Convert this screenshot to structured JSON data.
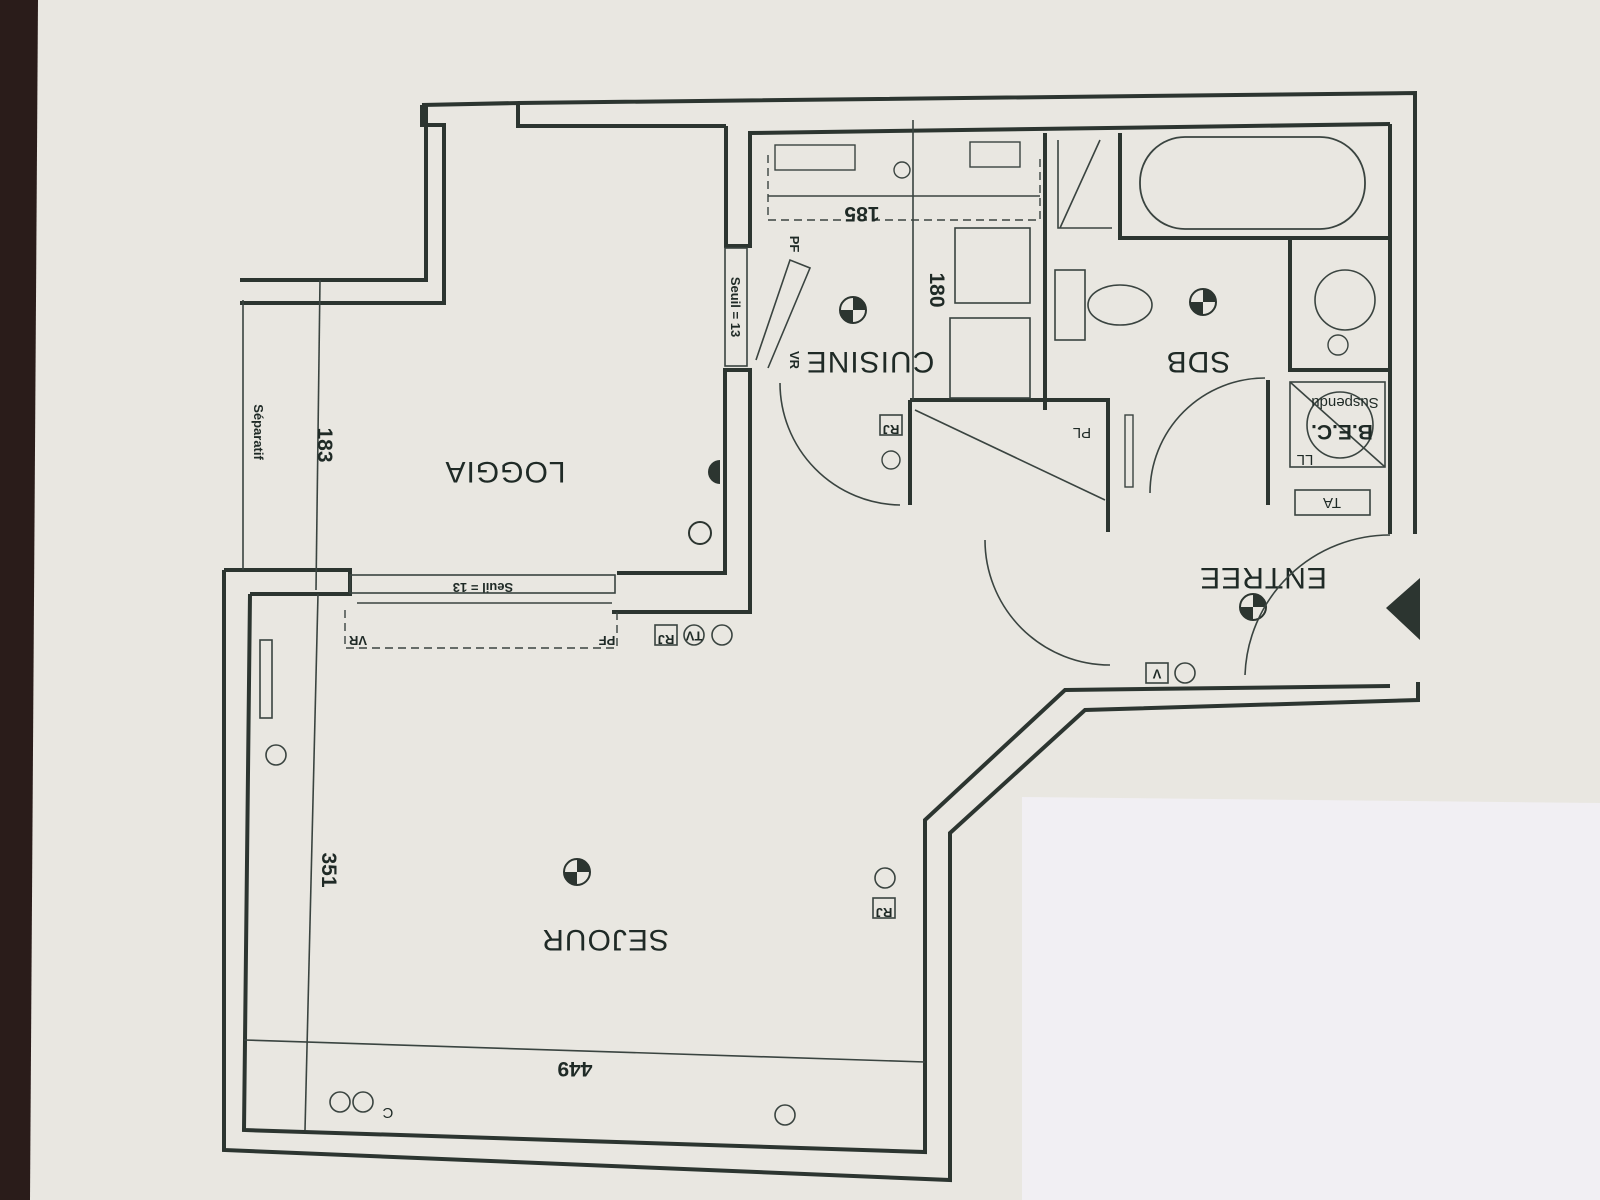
{
  "rooms": {
    "loggia": "LOGGIA",
    "sejour": "SEJOUR",
    "cuisine": "CUISINE",
    "sdb": "SDB",
    "entree": "ENTREE"
  },
  "dimensions": {
    "d185": "185",
    "d180": "180",
    "d183": "183",
    "d351": "351",
    "d449": "449"
  },
  "labels": {
    "separatif": "Séparatif",
    "seuil_loggia": "Seuil = 13",
    "seuil_cuisine": "Seuil = 13",
    "vr1": "VR",
    "pf1": "PF",
    "vr2": "VR",
    "pf2": "PF",
    "pl": "PL",
    "ll": "LL",
    "bec": "B.E.C.",
    "suspendu": "Suspendu",
    "ta": "TA",
    "tv": "TV",
    "rj1": "RJ",
    "rj2": "RJ",
    "rj3": "RJ",
    "v": "V",
    "c": "C"
  },
  "colors": {
    "paper": "#e9e7e1",
    "ink": "#2c3530",
    "background": "#2a1c1a",
    "sheet": "#f1eff3"
  }
}
